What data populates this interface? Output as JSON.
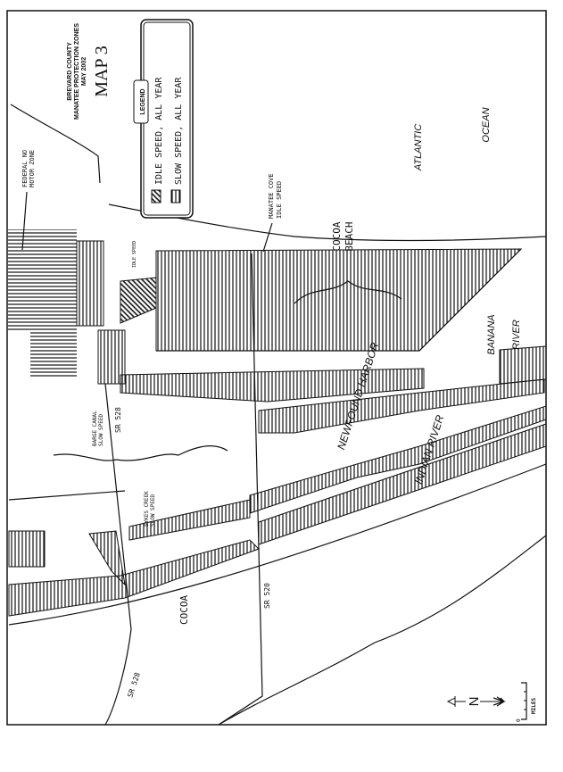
{
  "title": {
    "line1": "BREVARD COUNTY",
    "line2": "MANATEE PROTECTION ZONES",
    "line3": "MAY 2002",
    "map_name": "MAP 3"
  },
  "legend": {
    "heading": "LEGEND",
    "items": [
      {
        "label": "IDLE SPEED, ALL YEAR",
        "pattern": "diagonal-hatch"
      },
      {
        "label": "SLOW SPEED, ALL YEAR",
        "pattern": "vertical-hatch"
      }
    ]
  },
  "labels": {
    "federal_zone_1": "FEDERAL NO",
    "federal_zone_2": "MOTOR ZONE",
    "idle_speed": "IDLE SPEED",
    "manatee_cove_1": "MANATEE COVE",
    "manatee_cove_2": "IDLE SPEED",
    "cocoa_beach_1": "COCOA",
    "cocoa_beach_2": "BEACH",
    "atlantic": "ATLANTIC",
    "ocean": "OCEAN",
    "banana": "BANANA",
    "river": "RIVER",
    "newfound_harbor": "NEWFOUND HARBOR",
    "indian_river": "INDIAN RIVER",
    "barge_canal_1": "BARGE CANAL",
    "barge_canal_2": "SLOW SPEED",
    "sr528_upper": "SR 528",
    "sykes_creek_1": "SYKES CREEK",
    "sykes_creek_2": "SLOW SPEED",
    "sr520": "SR 520",
    "cocoa": "COCOA",
    "sr528_lower": "SR 528"
  },
  "compass": {
    "north": "N"
  },
  "scale": {
    "zero": "0",
    "unit": "MILES"
  },
  "colors": {
    "ink": "#111111",
    "paper": "#ffffff"
  }
}
